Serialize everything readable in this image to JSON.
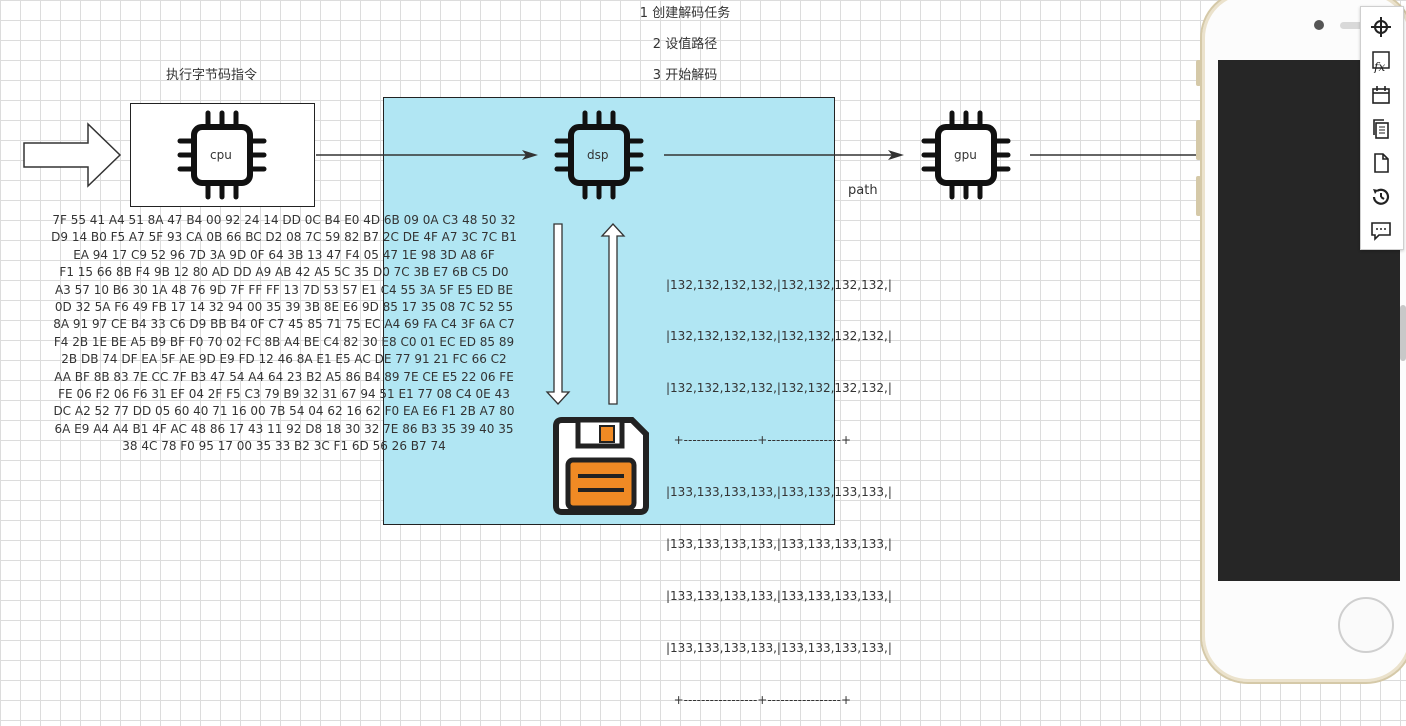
{
  "steps": [
    "1 创建解码任务",
    "2 设值路径",
    "3 开始解码"
  ],
  "cpu_caption": "执行字节码指令",
  "chips": {
    "cpu": "cpu",
    "dsp": "dsp",
    "gpu": "gpu"
  },
  "path_label": "path",
  "hex_lines": [
    "7F 55 41 A4 51 8A 47 B4 00 92 24 14 DD 0C B4 E0 4D 6B 09 0A C3 48 50 32",
    "D9 14 B0 F5 A7 5F 93 CA 0B 66 BC D2 08 7C 59 82 B7 2C DE 4F A7 3C 7C B1",
    "EA 94 17 C9 52 96 7D 3A 9D 0F 64 3B 13 47 F4 05 47 1E 98 3D A8 6F",
    "F1 15 66 8B F4 9B 12 80 AD DD A9 AB 42 A5 5C 35 D0 7C 3B E7 6B C5 D0",
    "A3 57 10 B6 30 1A 48 76 9D 7F FF FF 13 7D 53 57 E1 C4 55 3A 5F E5 ED BE",
    "0D 32 5A F6 49 FB 17 14 32 94 00 35 39 3B 8E E6 9D 85 17 35 08 7C 52 55",
    "8A 91 97 CE B4 33 C6 D9 BB B4 0F C7 45 85 71 75 EC A4 69 FA C4 3F 6A C7",
    "F4 2B 1E BE A5 B9 BF F0 70 02 FC 8B A4 BE C4 82 30 E8 C0 01 EC ED 85 89",
    "2B DB 74 DF EA 5F AE 9D E9 FD 12 46 8A E1 E5 AC DE 77 91 21 FC 66 C2",
    "AA BF 8B 83 7E CC 7F B3 47 54 A4 64 23 B2 A5 86 B4 89 7E CE E5 22 06 FE",
    "FE 06 F2 06 F6 31 EF 04 2F F5 C3 79 B9 32 31 67 94 51 E1 77 08 C4 0E 43",
    "DC A2 52 77 DD 05 60 40 71 16 00 7B 54 04 62 16 62 F0 EA E6 F1 2B A7 80",
    "6A E9 A4 A4 B1 4F AC 48 86 17 43 11 92 D8 18 30 32 7E 86 B3 35 39 40 35",
    "38 4C 78 F0 95 17 00 35 33 B2 3C F1 6D 56 26 B7 74"
  ],
  "matrix_lines": [
    "|132,132,132,132,|132,132,132,132,|",
    "|132,132,132,132,|132,132,132,132,|",
    "|132,132,132,132,|132,132,132,132,|",
    "  +-----------------+-----------------+",
    "|133,133,133,133,|133,133,133,133,|",
    "|133,133,133,133,|133,133,133,133,|",
    "|133,133,133,133,|133,133,133,133,|",
    "|133,133,133,133,|133,133,133,133,|",
    "  +-----------------+-----------------+"
  ],
  "colors": {
    "dsp_fill": "#b1e6f3",
    "floppy_orange": "#f08a24",
    "phone_screen": "#262626"
  },
  "icons": {
    "toolbar": [
      "crosshair-icon",
      "formula-icon",
      "calendar-add-icon",
      "copy-icon",
      "page-icon",
      "history-icon",
      "comment-icon"
    ]
  }
}
